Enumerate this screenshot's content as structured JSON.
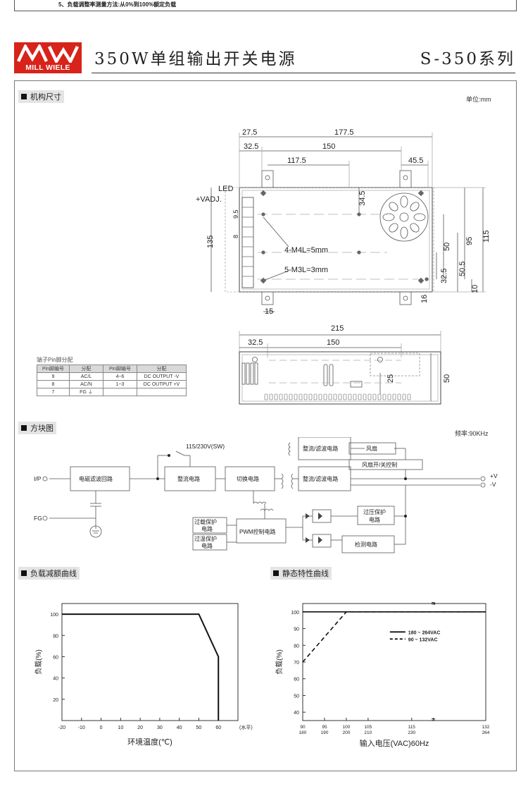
{
  "top_note": "5、负载调整率测量方法:从0%到100%额定负载",
  "brand": {
    "name": "MILL WIELE",
    "color": "#d7231a"
  },
  "title": "350W单组输出开关电源",
  "series": "S-350系列",
  "sections": {
    "dimensions": {
      "title": "机构尺寸",
      "unit": "单位:mm"
    },
    "block": {
      "title": "方块图",
      "frequency": "频率:90KHz"
    },
    "derating": {
      "title": "负载减额曲线"
    },
    "static": {
      "title": "静态特性曲线"
    }
  },
  "dim_top": {
    "dims": [
      "27.5",
      "177.5",
      "32.5",
      "150",
      "117.5",
      "45.5",
      "34.5",
      "50",
      "95",
      "115",
      "32.5",
      "50.5",
      "10",
      "16",
      "15",
      "135",
      "9.5",
      "8"
    ],
    "labels": {
      "led": "LED",
      "vadj": "+VADJ.",
      "m4": "4-M4L=5mm",
      "m3": "5-M3L=3mm"
    }
  },
  "dim_bottom": {
    "dims": [
      "215",
      "32.5",
      "150",
      "25",
      "50"
    ]
  },
  "pin_table": {
    "caption": "端子Pin脚分配",
    "headers": [
      "Pin脚编号",
      "分配",
      "Pin脚编号",
      "分配"
    ],
    "rows": [
      [
        "9",
        "AC/L",
        "4~6",
        "DC OUTPUT -V"
      ],
      [
        "8",
        "AC/N",
        "1~3",
        "DC OUTPUT +V"
      ],
      [
        "7",
        "FG ⏚",
        "",
        ""
      ]
    ]
  },
  "block_diagram": {
    "switch_label": "115/230V(SW)",
    "ip": "I/P",
    "fg": "FG",
    "emi": "电磁滤波回路",
    "rect1": "整流电路",
    "switching": "切换电路",
    "rect2": "整流/滤波电路",
    "rect3": "整流/滤波电路",
    "fan": "风扇",
    "fan_ctrl": "风扇开/关控制",
    "out_pos": "+V",
    "out_neg": "-V",
    "pwm": "PWM控制电路",
    "olp_a": "过载保护",
    "olp_b": "电路",
    "otp_a": "过温保护",
    "otp_b": "电路",
    "ovp_a": "过压保护",
    "ovp_b": "电路",
    "detect": "检测电路"
  },
  "chart_data": [
    {
      "type": "line",
      "title": "",
      "xlabel": "环境温度(℃)",
      "ylabel": "负载(%)",
      "x_unit_note": "(水平)",
      "xlim": [
        -20,
        70
      ],
      "ylim": [
        0,
        110
      ],
      "xticks": [
        -20,
        -10,
        0,
        10,
        20,
        30,
        40,
        50,
        60
      ],
      "yticks": [
        20,
        40,
        60,
        80,
        100
      ],
      "grid": false,
      "series": [
        {
          "x": [
            -20,
            50,
            60,
            60
          ],
          "y": [
            100,
            100,
            60,
            0
          ]
        }
      ]
    },
    {
      "type": "line",
      "title": "",
      "xlabel": "输入电压(VAC)60Hz",
      "ylabel": "负载(%)",
      "xticks_top": [
        "90",
        "95",
        "100",
        "105",
        "115",
        "",
        "132"
      ],
      "xticks_bottom": [
        "180",
        "190",
        "200",
        "210",
        "230",
        "",
        "264"
      ],
      "xticks_pos": [
        90,
        95,
        100,
        105,
        115,
        120,
        132
      ],
      "xlim": [
        90,
        132
      ],
      "ylim": [
        35,
        105
      ],
      "yticks": [
        40,
        50,
        60,
        70,
        80,
        90,
        100
      ],
      "grid": false,
      "legend_position": "right",
      "series": [
        {
          "name": "180 ~ 264VAC",
          "style": "solid",
          "x": [
            90,
            132
          ],
          "y": [
            100,
            100
          ]
        },
        {
          "name": "90 ~ 132VAC",
          "style": "dashed",
          "x": [
            90,
            100,
            132
          ],
          "y": [
            70,
            100,
            100
          ]
        }
      ]
    }
  ]
}
